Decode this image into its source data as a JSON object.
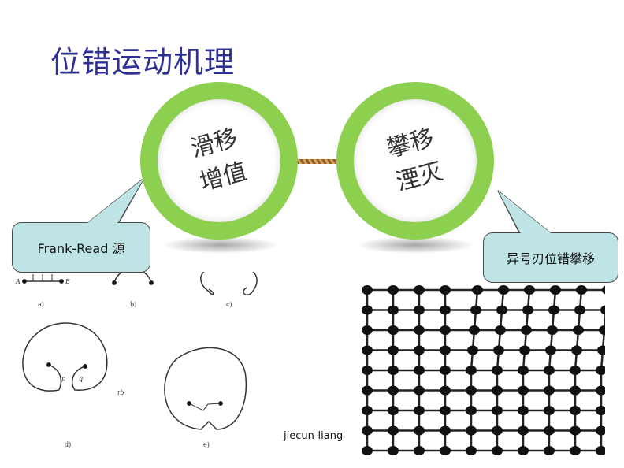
{
  "title": "位错运动机理",
  "left_circle": {
    "line1": "滑移",
    "line2": "增值"
  },
  "right_circle": {
    "line1": "攀移",
    "line2": "湮灭"
  },
  "left_callout": "Frank-Read 源",
  "right_callout": "异号刃位错攀移",
  "diagram": {
    "labels": {
      "a": "a)",
      "b": "b)",
      "c": "c)",
      "d": "d)",
      "e": "e)"
    },
    "point_a": "A",
    "point_b": "B",
    "burgers": "τb",
    "p": "p",
    "q": "q"
  },
  "watermark": "jiecun-liang",
  "colors": {
    "ring": "#8dcf4f",
    "callout": "#bfe4e6",
    "title": "#2e3192"
  }
}
